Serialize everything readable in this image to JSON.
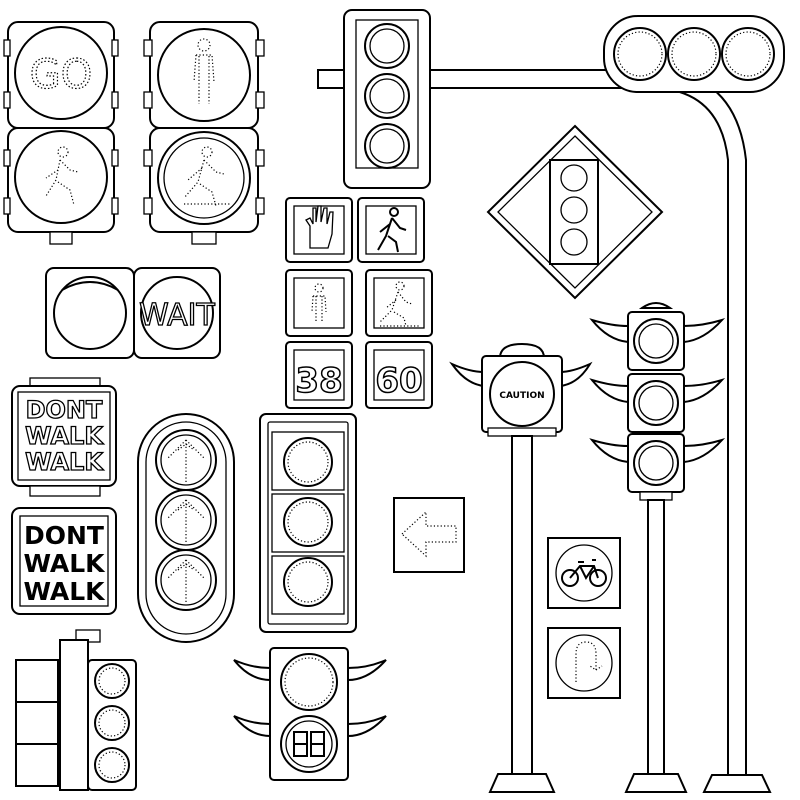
{
  "labels": {
    "go": "GO",
    "wait": "WAIT",
    "dont_walk_outline": [
      "DONT",
      "WALK",
      "WALK"
    ],
    "dont_walk_bold": [
      "DONT",
      "WALK",
      "WALK"
    ],
    "countdown_left": "38",
    "countdown_right": "60",
    "caution": "CAUTION"
  },
  "colors": {
    "line": "#000000",
    "fill": "#ffffff"
  }
}
